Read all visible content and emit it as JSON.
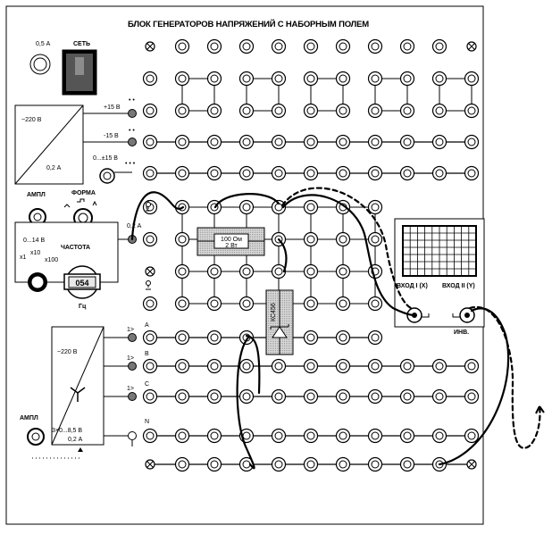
{
  "panel": {
    "title": "БЛОК ГЕНЕРАТОРОВ НАПРЯЖЕНИЙ С НАБОРНЫМ ПОЛЕМ"
  },
  "controls": {
    "fuse": "0,5 А",
    "power_switch": "СЕТЬ",
    "power_supply": {
      "in": "~220 В",
      "out": "0,2 А"
    },
    "rails": [
      "+15 В",
      "-15 В",
      "0...±15 В"
    ],
    "func_gen": {
      "ampl": "АМПЛ",
      "form": "ФОРМА",
      "freq": "ЧАСТОТА",
      "range": "0...14 В",
      "x1": "x1",
      "x10": "x10",
      "x100": "x100",
      "display": "054",
      "unit": "Гц",
      "out_current": "0,2 А"
    },
    "three_phase": {
      "in": "~220 В",
      "out": "3×0...8,5 В",
      "current": "0,2 А",
      "ampl": "АМПЛ",
      "phases": [
        "A",
        "B",
        "C",
        "N"
      ]
    }
  },
  "components": {
    "resistor": {
      "value": "100 Ом",
      "power": "2 Вт"
    },
    "diode": {
      "label": "КС456"
    }
  },
  "scope": {
    "input1": "ВХОД I (X)",
    "input2": "ВХОД II (Y)",
    "inv": "ИНВ."
  }
}
